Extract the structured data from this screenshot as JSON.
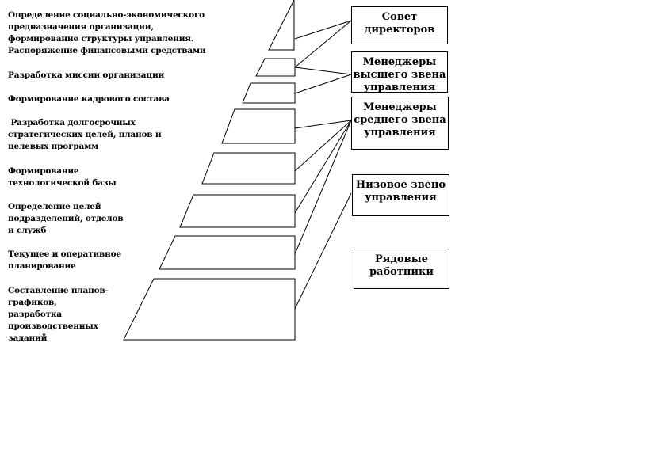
{
  "functions": [
    {
      "id": "f1",
      "text": "Определение социально-экономического\nпредназначения организации,\nформирование структуры управления.\nРаспоряжение финансовыми средствами"
    },
    {
      "id": "f2",
      "text": "Разработка миссии организации"
    },
    {
      "id": "f3",
      "text": "Формирование кадрового состава"
    },
    {
      "id": "f4",
      "text": " Разработка долгосрочных\nстратегических целей, планов и\nцелевых программ"
    },
    {
      "id": "f5",
      "text": "Формирование\nтехнологической базы"
    },
    {
      "id": "f6",
      "text": "Определение целей\nподразделений, отделов\nи служб"
    },
    {
      "id": "f7",
      "text": "Текущее и оперативное\nпланирование"
    },
    {
      "id": "f8",
      "text": "Составление планов-\nграфиков,\nразработка\nпроизводственных\nзаданий"
    }
  ],
  "levels": [
    {
      "id": "board",
      "text": "Совет\nдиректоров"
    },
    {
      "id": "top",
      "text": "Менеджеры\nвысшего звена\nуправления"
    },
    {
      "id": "middle",
      "text": "Менеджеры\nсреднего звена\nуправления"
    },
    {
      "id": "lower",
      "text": "Низовое звено\nуправления"
    },
    {
      "id": "workers",
      "text": "Рядовые\nработники"
    }
  ],
  "connections": [
    {
      "from": "f1",
      "to": "board"
    },
    {
      "from": "f2",
      "to": "board"
    },
    {
      "from": "f2",
      "to": "top"
    },
    {
      "from": "f3",
      "to": "top"
    },
    {
      "from": "f4",
      "to": "middle"
    },
    {
      "from": "f5",
      "to": "middle"
    },
    {
      "from": "f6",
      "to": "middle"
    },
    {
      "from": "f7",
      "to": "middle"
    },
    {
      "from": "f8",
      "to": "lower"
    }
  ]
}
